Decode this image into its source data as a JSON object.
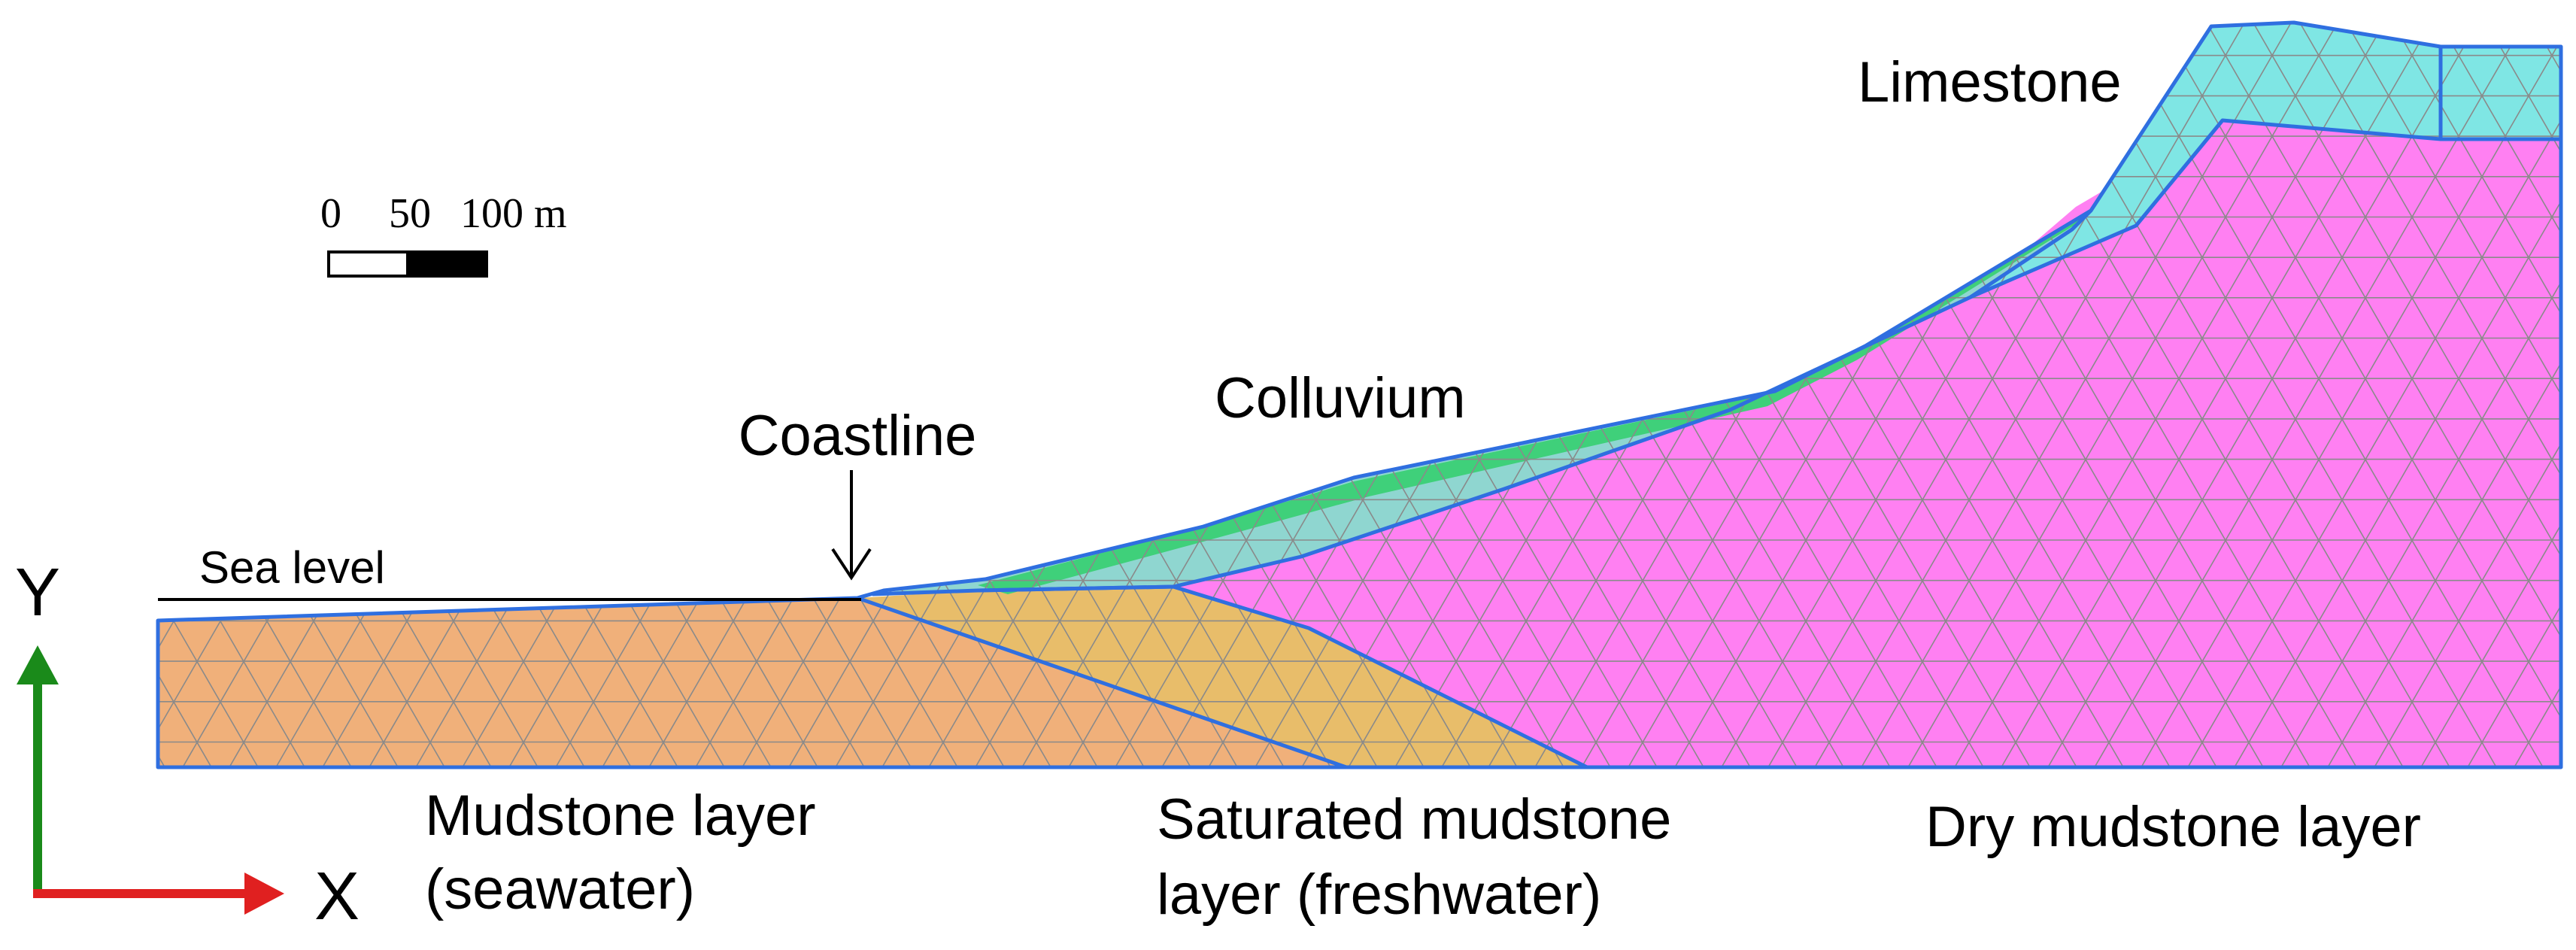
{
  "labels": {
    "limestone": "Limestone",
    "colluvium": "Colluvium",
    "coastline": "Coastline",
    "sea_level": "Sea level",
    "mudstone_seawater_line1": "Mudstone layer",
    "mudstone_seawater_line2": "(seawater)",
    "saturated_line1": "Saturated mudstone",
    "saturated_line2": "layer (freshwater)",
    "dry_mudstone": "Dry mudstone layer"
  },
  "axes": {
    "y": "Y",
    "x": "X"
  },
  "scale_bar": {
    "tick_0": "0",
    "tick_50": "50",
    "tick_100": "100 m"
  },
  "colors": {
    "limestone": "#7fe6e4",
    "colluvium": "#3fd07a",
    "colluvium_upper": "#8fd6d0",
    "dry_mudstone": "#ff80f2",
    "saturated_mudstone": "#e8bd6a",
    "mudstone_seawater": "#f0b07a",
    "boundary": "#2f6fe0",
    "mesh": "#8a8a8a",
    "axis_y": "#1a8a1a",
    "axis_x": "#e02020"
  }
}
